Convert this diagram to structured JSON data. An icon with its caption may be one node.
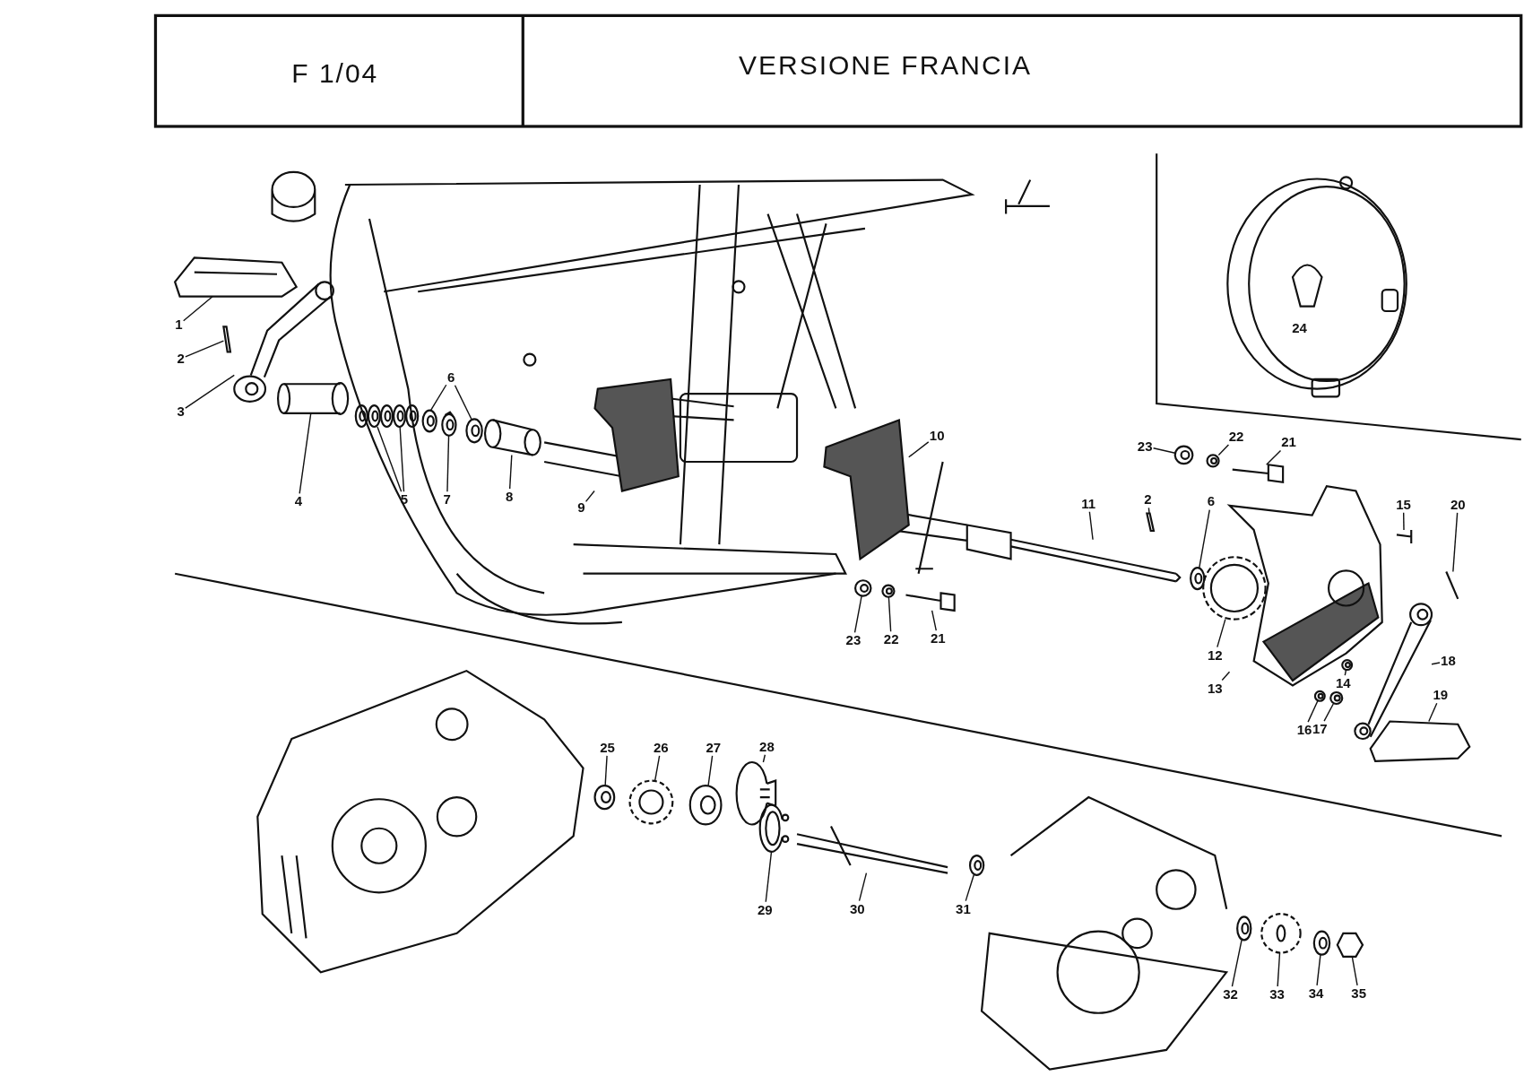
{
  "diagram": {
    "nodes": [
      {
        "text": [
          "1"
        ]
      },
      {
        "text": [
          "2"
        ]
      },
      {
        "text": [
          "3"
        ]
      },
      {
        "text": [
          "4"
        ]
      },
      {
        "text": [
          "5"
        ]
      },
      {
        "text": [
          "6"
        ]
      },
      {
        "text": [
          "7"
        ]
      },
      {
        "text": [
          "8"
        ]
      },
      {
        "text": [
          "9"
        ]
      },
      {
        "text": [
          "10"
        ]
      },
      {
        "text": [
          "23"
        ]
      },
      {
        "text": [
          "22"
        ]
      },
      {
        "text": [
          "21"
        ]
      },
      {
        "text": [
          "11"
        ]
      },
      {
        "text": [
          "2"
        ]
      },
      {
        "text": [
          "6"
        ]
      },
      {
        "text": [
          "15"
        ]
      },
      {
        "text": [
          "20"
        ]
      },
      {
        "text": [
          "23"
        ]
      },
      {
        "text": [
          "22"
        ]
      },
      {
        "text": [
          "21"
        ]
      },
      {
        "text": [
          "12"
        ]
      },
      {
        "text": [
          "18"
        ]
      },
      {
        "text": [
          "14"
        ]
      },
      {
        "text": [
          "13"
        ]
      },
      {
        "text": [
          "19"
        ]
      },
      {
        "text": [
          "16"
        ]
      },
      {
        "text": [
          "17"
        ]
      },
      {
        "text": [
          "25"
        ]
      },
      {
        "text": [
          "26"
        ]
      },
      {
        "text": [
          "27"
        ]
      },
      {
        "text": [
          "28"
        ]
      },
      {
        "text": [
          "29"
        ]
      },
      {
        "text": [
          "30"
        ]
      },
      {
        "text": [
          "31"
        ]
      },
      {
        "text": [
          "32"
        ]
      },
      {
        "text": [
          "33"
        ]
      },
      {
        "text": [
          "34"
        ]
      },
      {
        "text": [
          "35"
        ]
      },
      {
        "text": [],
        "shape": "picture"
      },
      {
        "text": [],
        "shape": "picture"
      },
      {
        "text": [],
        "shape": "picture"
      },
      {
        "text": [],
        "shape": "picture"
      },
      {
        "text": [],
        "shape": "picture"
      },
      {
        "text": [],
        "shape": "picture"
      },
      {
        "text": [],
        "shape": "picture"
      },
      {
        "text": [],
        "shape": "picture"
      },
      {
        "text": [],
        "shape": "picture"
      },
      {
        "text": [],
        "shape": "picture"
      },
      {
        "text": [],
        "shape": "picture"
      },
      {
        "text": [],
        "shape": "picture"
      },
      {
        "text": [],
        "shape": "picture"
      },
      {
        "text": [],
        "shape": "picture"
      },
      {
        "text": [],
        "shape": "picture"
      },
      {
        "text": [],
        "shape": "picture"
      },
      {
        "text": [],
        "shape": "picture"
      },
      {
        "text": [],
        "shape": "picture"
      },
      {
        "text": [],
        "shape": "picture"
      },
      {
        "text": [],
        "shape": "picture"
      },
      {
        "text": [],
        "shape": "picture"
      },
      {
        "text": [],
        "shape": "picture"
      },
      {
        "text": [],
        "shape": "picture"
      },
      {
        "text": [],
        "shape": "picture"
      },
      {
        "text": [],
        "shape": "picture"
      },
      {
        "text": [],
        "shape": "picture"
      },
      {
        "text": [],
        "shape": "picture"
      },
      {
        "text": [],
        "shape": "picture"
      },
      {
        "text": [],
        "shape": "picture"
      },
      {
        "text": [],
        "shape": "picture"
      },
      {
        "text": [],
        "shape": "picture"
      },
      {
        "text": [],
        "shape": "picture"
      },
      {
        "text": [],
        "shape": "picture"
      },
      {
        "text": [],
        "shape": "picture"
      },
      {
        "text": [],
        "shape": "picture"
      },
      {
        "text": [],
        "shape": "picture"
      },
      {
        "text": [],
        "shape": "picture"
      },
      {
        "text": [],
        "shape": "picture"
      },
      {
        "text": [],
        "shape": "picture"
      },
      {
        "text": [],
        "shape": "picture"
      },
      {
        "text": [],
        "shape": "picture"
      },
      {
        "text": [],
        "shape": "picture"
      },
      {
        "text": [],
        "shape": "picture"
      },
      {
        "text": [],
        "shape": "picture"
      }
    ],
    "edges": [
      {
        "from": 0,
        "to": 39,
        "arrow": "none"
      },
      {
        "from": 1,
        "to": 40,
        "arrow": "none"
      },
      {
        "from": 2,
        "to": 41,
        "arrow": "none"
      },
      {
        "from": 3,
        "to": 42,
        "arrow": "none"
      },
      {
        "from": 4,
        "to": 44,
        "arrow": "none"
      },
      {
        "from": 4,
        "to": 46,
        "arrow": "none"
      },
      {
        "from": 5,
        "to": 48,
        "arrow": "none"
      },
      {
        "from": 5,
        "to": 50,
        "arrow": "none"
      },
      {
        "from": 6,
        "to": 49,
        "arrow": "none"
      },
      {
        "from": 7,
        "to": 51,
        "arrow": "none"
      },
      {
        "from": 8,
        "to": 52,
        "arrow": "none"
      },
      {
        "from": 9,
        "to": 53,
        "arrow": "none"
      },
      {
        "from": 10,
        "to": 54,
        "arrow": "none"
      },
      {
        "from": 11,
        "to": 55,
        "arrow": "none"
      },
      {
        "from": 12,
        "to": 56,
        "arrow": "none"
      },
      {
        "from": 13,
        "to": 57,
        "arrow": "none"
      },
      {
        "from": 14,
        "to": 58,
        "arrow": "none"
      },
      {
        "from": 15,
        "to": 59,
        "arrow": "none"
      },
      {
        "from": 16,
        "to": 60,
        "arrow": "none"
      },
      {
        "from": 17,
        "to": 61,
        "arrow": "none"
      },
      {
        "from": 18,
        "to": 62,
        "arrow": "none"
      },
      {
        "from": 19,
        "to": 63,
        "arrow": "none"
      },
      {
        "from": 20,
        "to": 64,
        "arrow": "none"
      },
      {
        "from": 21,
        "to": 65,
        "arrow": "none"
      },
      {
        "from": 22,
        "to": 66,
        "arrow": "none"
      },
      {
        "from": 23,
        "to": 67,
        "arrow": "none"
      },
      {
        "from": 24,
        "to": 68,
        "arrow": "none"
      },
      {
        "from": 25,
        "to": 69,
        "arrow": "none"
      },
      {
        "from": 26,
        "to": 70,
        "arrow": "none"
      },
      {
        "from": 27,
        "to": 71,
        "arrow": "none"
      },
      {
        "from": 28,
        "to": 72,
        "arrow": "none"
      },
      {
        "from": 29,
        "to": 73,
        "arrow": "none"
      },
      {
        "from": 30,
        "to": 74,
        "arrow": "none"
      },
      {
        "from": 31,
        "to": 75,
        "arrow": "none"
      },
      {
        "from": 32,
        "to": 76,
        "arrow": "none"
      },
      {
        "from": 33,
        "to": 77,
        "arrow": "none"
      },
      {
        "from": 34,
        "to": 78,
        "arrow": "none"
      },
      {
        "from": 35,
        "to": 79,
        "arrow": "none"
      },
      {
        "from": 36,
        "to": 80,
        "arrow": "none"
      },
      {
        "from": 37,
        "to": 81,
        "arrow": "none"
      },
      {
        "from": 38,
        "to": 82,
        "arrow": "none"
      }
    ],
    "labels": [
      "F 1/04",
      "VERSIONE FRANCIA",
      "24"
    ]
  }
}
